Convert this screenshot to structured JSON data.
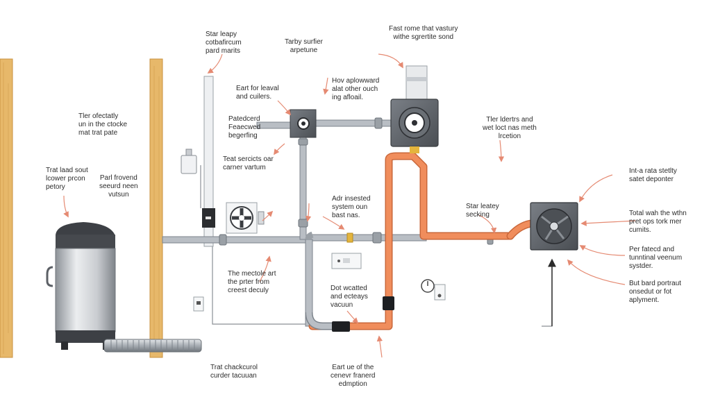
{
  "colors": {
    "wood": "#e7b86a",
    "wood_edge": "#c8923f",
    "pipe_gray": "#b9bec4",
    "pipe_gray_edge": "#7c838b",
    "pipe_copper": "#f08d5c",
    "pipe_copper_edge": "#c9673a",
    "arrow": "#e58a72",
    "unit_dark": "#5d6167",
    "tank_body": "#d6d9dd",
    "tank_top": "#3d4045",
    "coupling": "#1d1f22",
    "brass": "#e4b53d"
  },
  "icons": [
    "tank-icon",
    "fan-unit-icon",
    "grille-icon",
    "gauge-icon",
    "switch-icon",
    "junction-box-icon"
  ],
  "labels": {
    "l1": [
      "Star leapy",
      "cotbafircum",
      "pard marits"
    ],
    "l2": [
      "Tarby surfier",
      "arpetune"
    ],
    "l3": [
      "Fast rome that vastury",
      "withe sgrertite sond"
    ],
    "l4": [
      "Eart for leaval",
      "and cuilers."
    ],
    "l5": [
      "Hov aplowward",
      "alat other ouch",
      "ing afloail."
    ],
    "l6": [
      "Tler ofectatly",
      "un in the ctocke",
      "mat trat pate"
    ],
    "l7": [
      "Patedcerd",
      "Feaecwed",
      "begerfing"
    ],
    "l8": [
      "Tler ldertrs and",
      "wet loct nas meth",
      "lrcetion"
    ],
    "l9": [
      "Teat sercicts oar",
      "carner vartum"
    ],
    "l10": [
      "Int-a rata stetlty",
      "satet deponter"
    ],
    "l11": [
      "Trat laad sout",
      "lcower prcon",
      "petory"
    ],
    "l12": [
      "Parl frovend",
      "seeurd neen",
      "vutsun"
    ],
    "l13": [
      "Adr insested",
      "system oun",
      "bast nas."
    ],
    "l14": [
      "Star leatey",
      "secking"
    ],
    "l15": [
      "Total wah the wthn",
      "pret ops tork mer",
      "cumits."
    ],
    "l16": [
      "Per fatecd and",
      "tunntinal veenum",
      "systder."
    ],
    "l17": [
      "The mectole art",
      "the prter from",
      "creest deculy"
    ],
    "l18": [
      "Dot wcatted",
      "and ecteays",
      "vacuun"
    ],
    "l19": [
      "But bard portraut",
      "onsedut or fot",
      "aplyment."
    ],
    "l20": [
      "Trat chackcurol",
      "curder tacuuan"
    ],
    "l21": [
      "Eart ue of the",
      "cenevr franerd",
      "edmption"
    ]
  }
}
